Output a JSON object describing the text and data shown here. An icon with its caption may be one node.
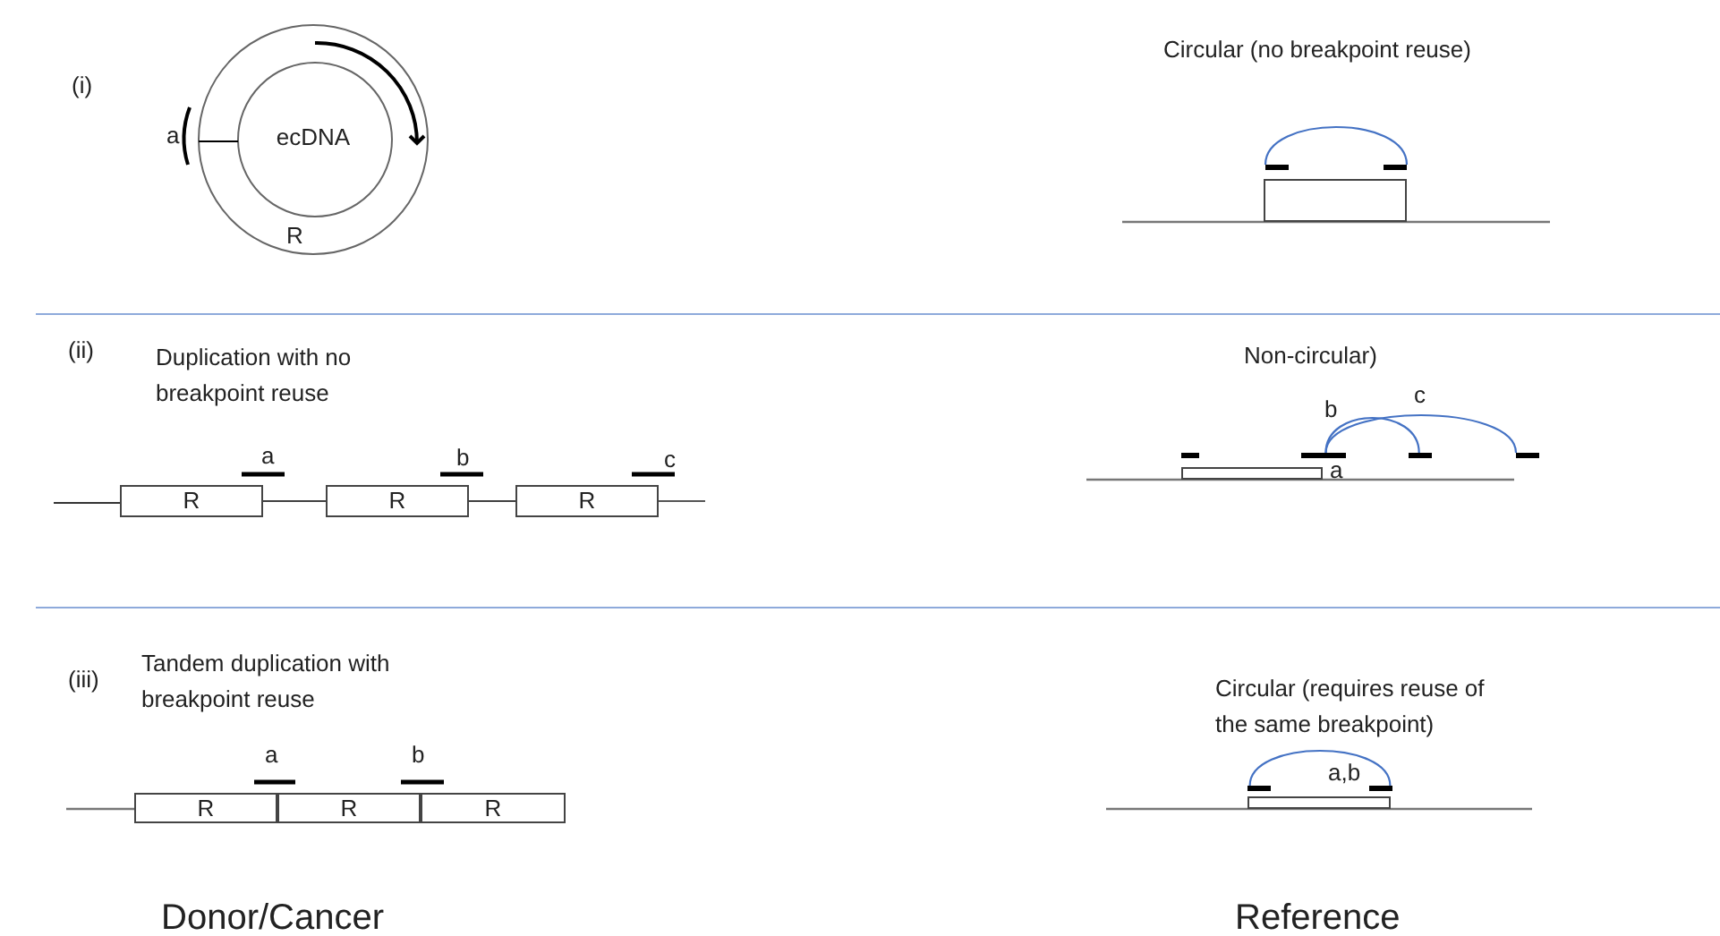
{
  "diagram": {
    "nodes": [
      {
        "text": [
          "ecDNA"
        ],
        "beside": [
          "a"
        ]
      },
      {
        "text": [],
        "shape": "box"
      },
      {
        "text": [],
        "shape": "bar"
      },
      {
        "text": [],
        "shape": "bar"
      },
      {
        "text": [
          "R"
        ],
        "beside": [
          "a"
        ]
      },
      {
        "text": [
          "R"
        ],
        "beside": [
          "b"
        ]
      },
      {
        "text": [
          "R"
        ],
        "beside": [
          "c"
        ]
      },
      {
        "text": [],
        "shape": "box"
      },
      {
        "text": [],
        "shape": "bar"
      },
      {
        "text": [],
        "shape": "bar",
        "beside": [
          "a"
        ]
      },
      {
        "text": [],
        "shape": "bar"
      },
      {
        "text": [],
        "shape": "bar"
      },
      {
        "text": [
          "R"
        ],
        "beside": [
          "a"
        ]
      },
      {
        "text": [
          "R"
        ],
        "beside": [
          "b"
        ]
      },
      {
        "text": [
          "R"
        ]
      },
      {
        "text": [],
        "shape": "box"
      },
      {
        "text": [],
        "shape": "bar"
      },
      {
        "text": [],
        "shape": "bar"
      }
    ],
    "edges": [
      {
        "from": 4,
        "to": 5,
        "arrow": "none",
        "color": "#404040"
      },
      {
        "from": 5,
        "to": 6,
        "arrow": "none",
        "color": "#404040"
      },
      {
        "from": 2,
        "to": 3,
        "arrow": "none",
        "color": "#4472c4"
      },
      {
        "from": 9,
        "to": 10,
        "arrow": "none",
        "label": "b",
        "color": "#4472c4"
      },
      {
        "from": 9,
        "to": 11,
        "arrow": "none",
        "label": "c",
        "color": "#4472c4"
      },
      {
        "from": 16,
        "to": 17,
        "arrow": "none",
        "label": "a,b",
        "color": "#4472c4"
      }
    ],
    "labels": [
      "(i)",
      "R",
      "Circular (no breakpoint reuse)",
      "(ii)",
      "Duplication with no breakpoint reuse",
      "Non-circular)",
      "(iii)",
      "Tandem duplication with breakpoint reuse",
      "Circular (requires reuse of the same breakpoint)",
      "Donor/Cancer",
      "Reference"
    ]
  }
}
